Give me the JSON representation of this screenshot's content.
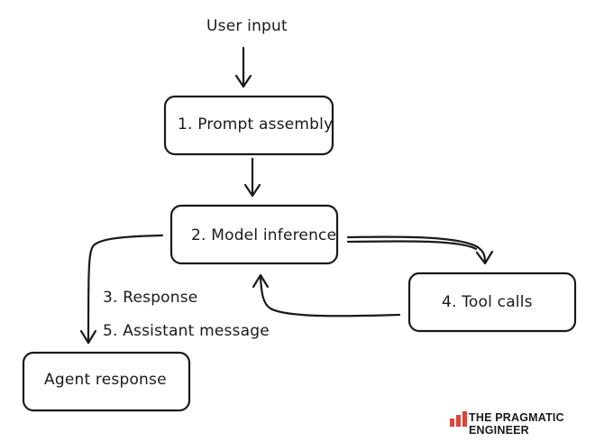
{
  "diagram": {
    "input_label": "User input",
    "nodes": {
      "prompt_assembly": "1. Prompt assembly",
      "model_inference": "2. Model inference",
      "tool_calls": "4. Tool calls",
      "agent_response": "Agent response"
    },
    "edge_labels": {
      "response": "3. Response",
      "assistant_message": "5. Assistant message"
    }
  },
  "brand": {
    "name": "THE PRAGMATIC ENGINEER",
    "logo": "bar-chart-logo",
    "accent_color": "#d9463b"
  },
  "colors": {
    "ink": "#1a1a1a",
    "background": "#ffffff"
  }
}
